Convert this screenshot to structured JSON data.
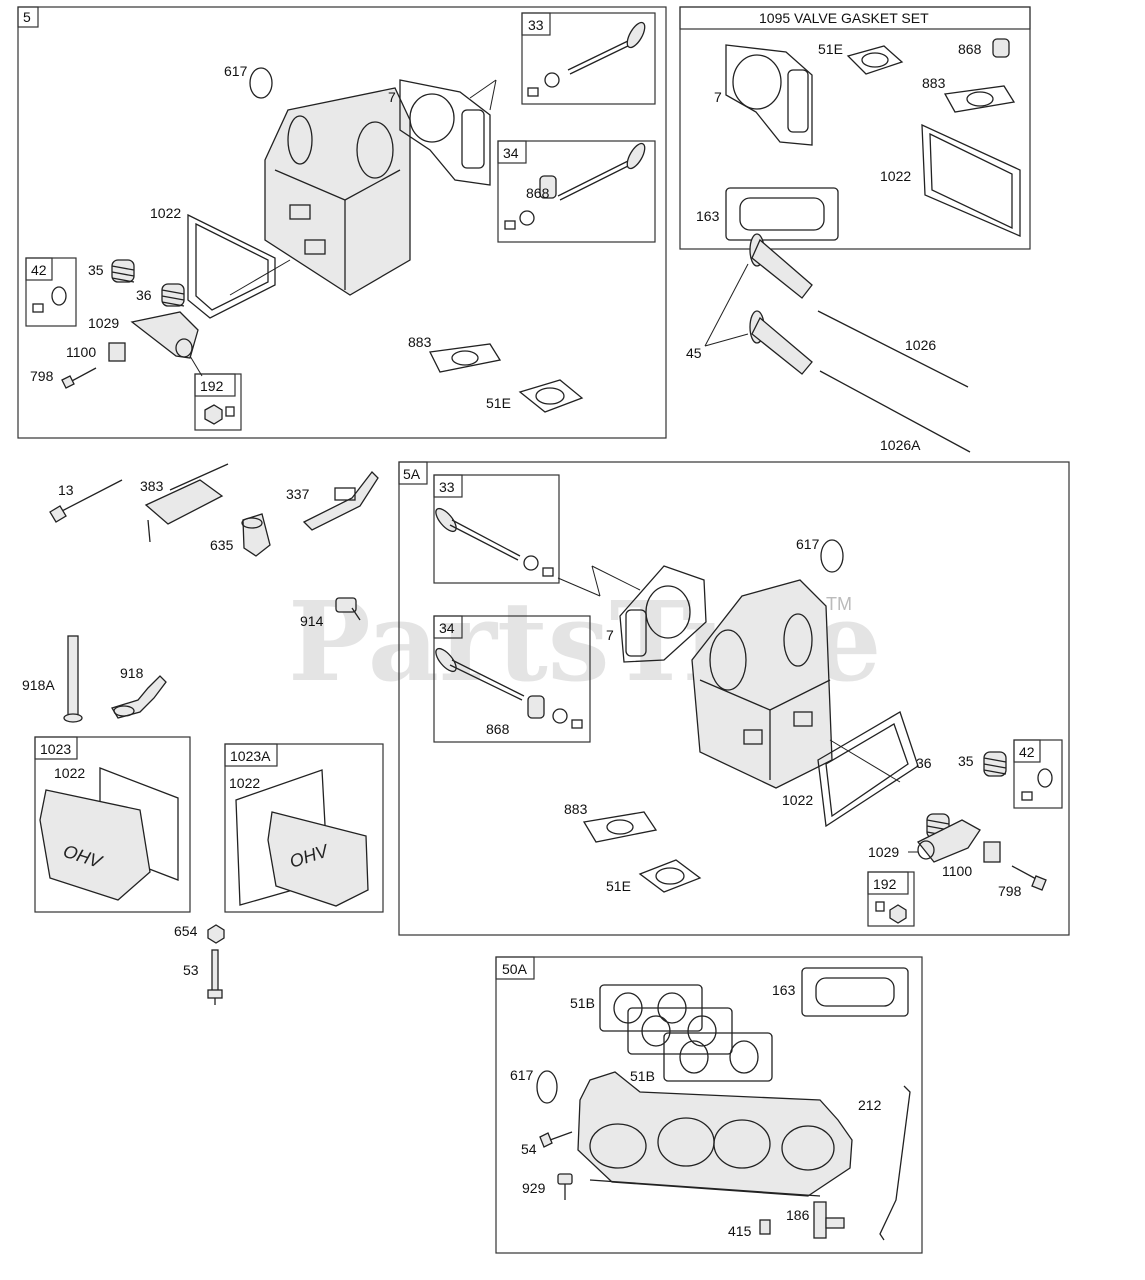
{
  "watermark": "PartsTree",
  "trademark": "TM",
  "groups": {
    "g5": "5",
    "g33a": "33",
    "g34a": "34",
    "g42a": "42",
    "g192a": "192",
    "g1095": "1095 VALVE GASKET SET",
    "g5A": "5A",
    "g33b": "33",
    "g34b": "34",
    "g42b": "42",
    "g192b": "192",
    "g1023": "1023",
    "g1023A": "1023A",
    "g50A": "50A"
  },
  "labels": {
    "l617a": "617",
    "l7a": "7",
    "l868a": "868",
    "l1022a": "1022",
    "l35a": "35",
    "l36a": "36",
    "l1029a": "1029",
    "l1100a": "1100",
    "l798a": "798",
    "l883a": "883",
    "l51Ea": "51E",
    "l7b": "7",
    "l51Eb": "51E",
    "l868b": "868",
    "l883b": "883",
    "l1022b": "1022",
    "l163a": "163",
    "l45": "45",
    "l1026": "1026",
    "l1026A": "1026A",
    "l13": "13",
    "l383": "383",
    "l337": "337",
    "l635": "635",
    "l914": "914",
    "l918A": "918A",
    "l918": "918",
    "l1022c": "1022",
    "l1022d": "1022",
    "l654": "654",
    "l53": "53",
    "l617b": "617",
    "l7c": "7",
    "l868c": "868",
    "l36b": "36",
    "l35b": "35",
    "l1022e": "1022",
    "l883c": "883",
    "l51Ec": "51E",
    "l1029b": "1029",
    "l1100b": "1100",
    "l798b": "798",
    "l51Ba": "51B",
    "l163b": "163",
    "l617c": "617",
    "l51Bb": "51B",
    "l212": "212",
    "l54": "54",
    "l929": "929",
    "l186": "186",
    "l415": "415"
  }
}
